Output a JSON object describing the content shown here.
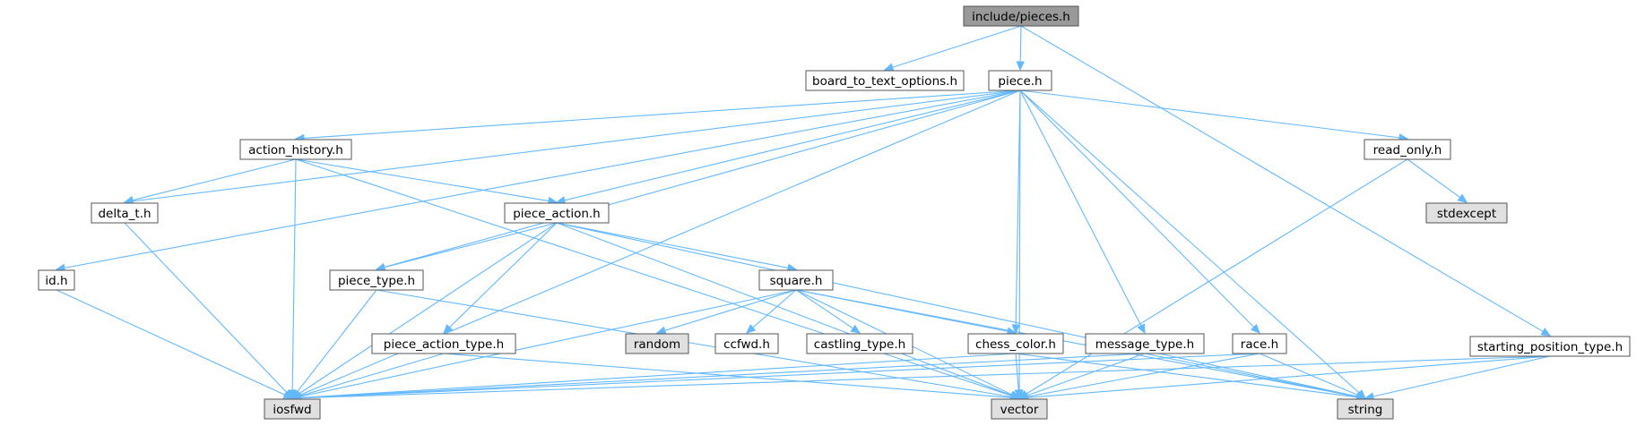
{
  "graph": {
    "colors": {
      "edge": "#63b8ff",
      "node_fill": "#ffffff",
      "node_border": "#555555",
      "root_fill": "#999999",
      "system_fill": "#e0e0e0",
      "system_border": "#999999"
    },
    "nodes": [
      {
        "id": "pieces",
        "label": "include/pieces.h",
        "kind": "root"
      },
      {
        "id": "board",
        "label": "board_to_text_options.h",
        "kind": "header"
      },
      {
        "id": "piece",
        "label": "piece.h",
        "kind": "header"
      },
      {
        "id": "starting",
        "label": "starting_position_type.h",
        "kind": "header"
      },
      {
        "id": "action_history",
        "label": "action_history.h",
        "kind": "header"
      },
      {
        "id": "delta_t",
        "label": "delta_t.h",
        "kind": "header"
      },
      {
        "id": "id",
        "label": "id.h",
        "kind": "header"
      },
      {
        "id": "piece_action",
        "label": "piece_action.h",
        "kind": "header"
      },
      {
        "id": "piece_type",
        "label": "piece_type.h",
        "kind": "header"
      },
      {
        "id": "square",
        "label": "square.h",
        "kind": "header"
      },
      {
        "id": "read_only",
        "label": "read_only.h",
        "kind": "header"
      },
      {
        "id": "stdexcept",
        "label": "stdexcept",
        "kind": "system"
      },
      {
        "id": "random",
        "label": "random",
        "kind": "system"
      },
      {
        "id": "ccfwd",
        "label": "ccfwd.h",
        "kind": "header"
      },
      {
        "id": "castling",
        "label": "castling_type.h",
        "kind": "header"
      },
      {
        "id": "chess_color",
        "label": "chess_color.h",
        "kind": "header"
      },
      {
        "id": "message_type",
        "label": "message_type.h",
        "kind": "header"
      },
      {
        "id": "race",
        "label": "race.h",
        "kind": "header"
      },
      {
        "id": "piece_action_type",
        "label": "piece_action_type.h",
        "kind": "header"
      },
      {
        "id": "iosfwd",
        "label": "iosfwd",
        "kind": "system"
      },
      {
        "id": "vector",
        "label": "vector",
        "kind": "system"
      },
      {
        "id": "string",
        "label": "string",
        "kind": "system"
      }
    ],
    "edges": [
      [
        "pieces",
        "board"
      ],
      [
        "pieces",
        "piece"
      ],
      [
        "pieces",
        "starting"
      ],
      [
        "piece",
        "action_history"
      ],
      [
        "piece",
        "delta_t"
      ],
      [
        "piece",
        "id"
      ],
      [
        "piece",
        "piece_action"
      ],
      [
        "piece",
        "piece_type"
      ],
      [
        "piece",
        "chess_color"
      ],
      [
        "piece",
        "message_type"
      ],
      [
        "piece",
        "race"
      ],
      [
        "piece",
        "read_only"
      ],
      [
        "piece",
        "iosfwd"
      ],
      [
        "piece",
        "vector"
      ],
      [
        "piece",
        "string"
      ],
      [
        "action_history",
        "delta_t"
      ],
      [
        "action_history",
        "piece_action"
      ],
      [
        "action_history",
        "iosfwd"
      ],
      [
        "action_history",
        "vector"
      ],
      [
        "delta_t",
        "iosfwd"
      ],
      [
        "id",
        "iosfwd"
      ],
      [
        "piece_action",
        "piece_type"
      ],
      [
        "piece_action",
        "square"
      ],
      [
        "piece_action",
        "piece_action_type"
      ],
      [
        "piece_action",
        "iosfwd"
      ],
      [
        "piece_action",
        "vector"
      ],
      [
        "piece_action",
        "string"
      ],
      [
        "piece_type",
        "iosfwd"
      ],
      [
        "piece_type",
        "vector"
      ],
      [
        "square",
        "random"
      ],
      [
        "square",
        "ccfwd"
      ],
      [
        "square",
        "castling"
      ],
      [
        "square",
        "chess_color"
      ],
      [
        "square",
        "iosfwd"
      ],
      [
        "square",
        "vector"
      ],
      [
        "square",
        "string"
      ],
      [
        "piece_action_type",
        "iosfwd"
      ],
      [
        "piece_action_type",
        "vector"
      ],
      [
        "chess_color",
        "iosfwd"
      ],
      [
        "chess_color",
        "vector"
      ],
      [
        "chess_color",
        "string"
      ],
      [
        "message_type",
        "iosfwd"
      ],
      [
        "message_type",
        "vector"
      ],
      [
        "message_type",
        "string"
      ],
      [
        "race",
        "iosfwd"
      ],
      [
        "race",
        "vector"
      ],
      [
        "race",
        "string"
      ],
      [
        "read_only",
        "stdexcept"
      ],
      [
        "read_only",
        "vector"
      ],
      [
        "starting",
        "iosfwd"
      ],
      [
        "starting",
        "vector"
      ],
      [
        "starting",
        "string"
      ]
    ]
  }
}
